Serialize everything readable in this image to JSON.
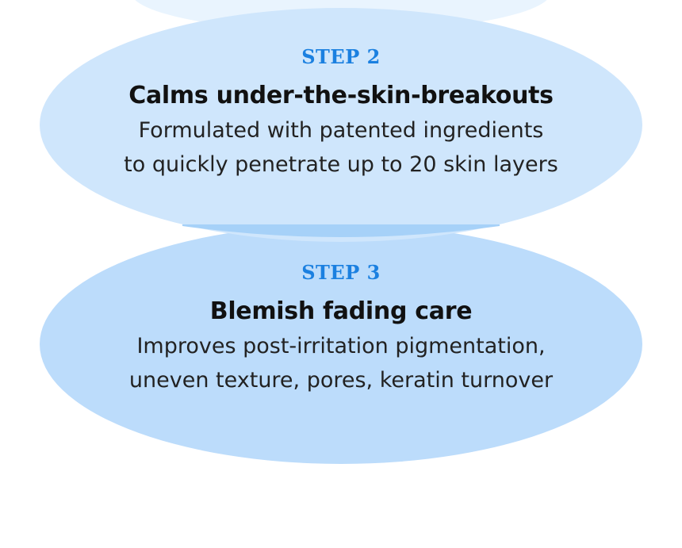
{
  "steps": [
    {
      "label": "STEP 2",
      "title": "Calms under-the-skin-breakouts",
      "lines": [
        "Formulated with patented ingredients",
        "to quickly penetrate up to 20 skin layers"
      ]
    },
    {
      "label": "STEP 3",
      "title": "Blemish fading care",
      "lines": [
        "Improves post-irritation pigmentation,",
        "uneven texture, pores, keratin turnover"
      ]
    }
  ],
  "colors": {
    "top_ellipse": "#e9f4fe",
    "step2_ellipse": "#cfe6fc",
    "step3_ellipse": "#bcdcfb",
    "overlap": "#9fcdf7",
    "step_label": "#1b80e0"
  }
}
